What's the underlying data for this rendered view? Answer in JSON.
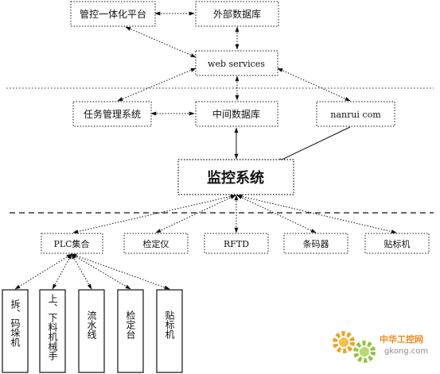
{
  "nodes": {
    "top_platform": "管控一体化平台",
    "external_db": "外部数据库",
    "web_services": "web services",
    "task_mgmt": "任务管理系统",
    "middle_db": "中间数据库",
    "nanrui": "nanrui com",
    "monitor": "监控系统",
    "plc_group": "PLC集合",
    "verifier": "检定仪",
    "rfid": "RFTD",
    "barcode": "条码器",
    "labeler": "贴标机"
  },
  "plc_children": [
    "拆、码垛机",
    "上、下料机械手",
    "流水线",
    "检定台",
    "贴标机"
  ],
  "watermark": {
    "brand": "中华工控网",
    "url": "gkong.com"
  }
}
